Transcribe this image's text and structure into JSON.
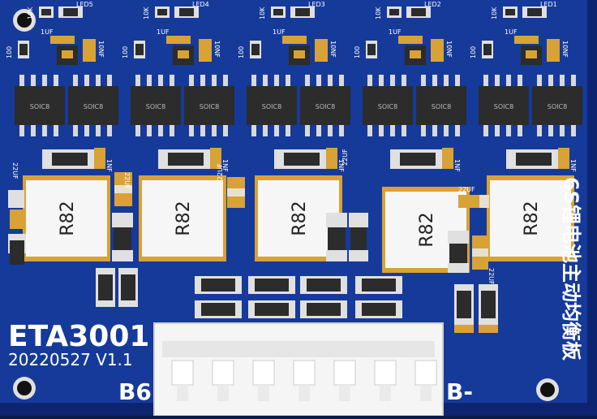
{
  "board": {
    "model": "ETA3001",
    "version": "20220527 V1.1",
    "left_terminal": "B6",
    "right_terminal": "B-",
    "side_text": "6S锂电池主动均衡板",
    "colors": {
      "substrate": "#163a9a",
      "substrate_dark": "#0d2570",
      "pad": "#d9d9d9",
      "gold": "#d8a236",
      "chip": "#2c2c2c",
      "inductor": "#f6f6f6",
      "silk": "#ffffff"
    }
  },
  "channels": [
    {
      "led": "LED5",
      "r_top": "10K",
      "cap_left": "1UF",
      "r_side": "100",
      "cap_right": "10NF"
    },
    {
      "led": "LED4",
      "r_top": "10K",
      "cap_left": "1UF",
      "r_side": "100",
      "cap_right": "10NF"
    },
    {
      "led": "LED3",
      "r_top": "10K",
      "cap_left": "1UF",
      "r_side": "100",
      "cap_right": "10NF"
    },
    {
      "led": "LED2",
      "r_top": "10K",
      "cap_left": "1UF",
      "r_side": "100",
      "cap_right": "10NF"
    },
    {
      "led": "LED1",
      "r_top": "10K",
      "cap_left": "1UF",
      "r_side": "100",
      "cap_right": "10NF"
    }
  ],
  "chip_label": "SOIC8",
  "inductors": [
    {
      "label": "R82"
    },
    {
      "label": "R82"
    },
    {
      "label": "R82"
    },
    {
      "label": "R82"
    },
    {
      "label": "R82"
    }
  ],
  "cap_labels": {
    "c22uf": "22UF",
    "c1nf": "1NF"
  }
}
